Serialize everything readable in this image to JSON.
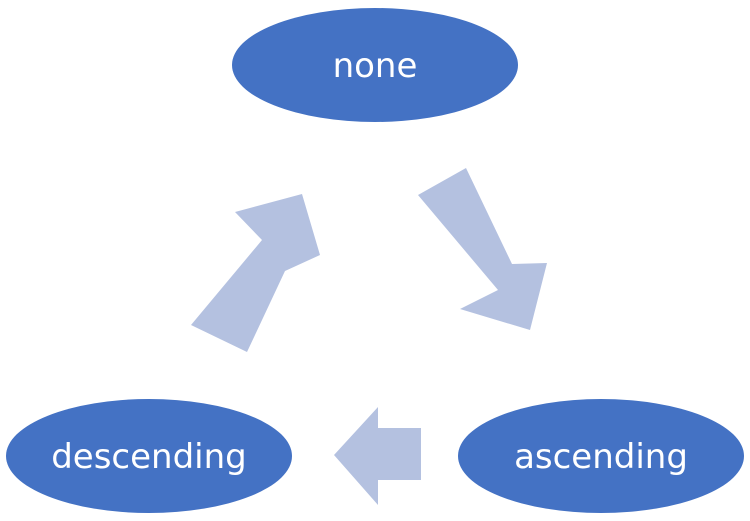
{
  "diagram": {
    "nodes": {
      "none": {
        "label": "none"
      },
      "ascending": {
        "label": "ascending"
      },
      "descending": {
        "label": "descending"
      }
    },
    "colors": {
      "node_fill": "#4472c4",
      "node_text": "#ffffff",
      "arrow_fill": "#b4c1e0",
      "background": "#ffffff"
    }
  }
}
